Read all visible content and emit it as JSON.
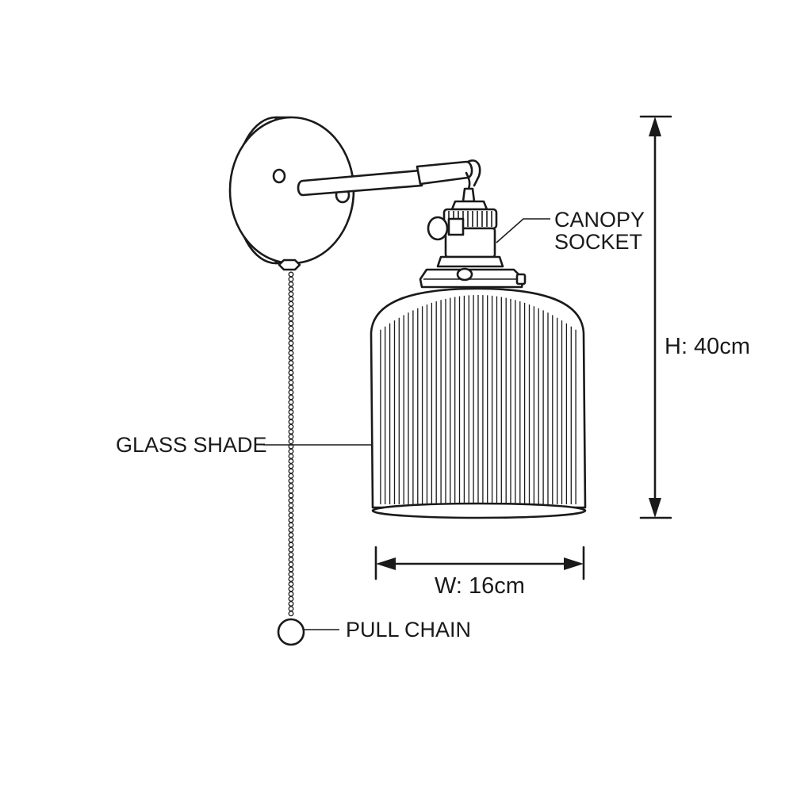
{
  "labels": {
    "canopy_line1": "CANOPY",
    "canopy_line2": "SOCKET",
    "glass_shade": "GLASS SHADE",
    "pull_chain": "PULL CHAIN"
  },
  "dimensions": {
    "height": "H: 40cm",
    "width": "W: 16cm"
  },
  "colors": {
    "ink": "#1a1a1a",
    "background": "#ffffff"
  }
}
